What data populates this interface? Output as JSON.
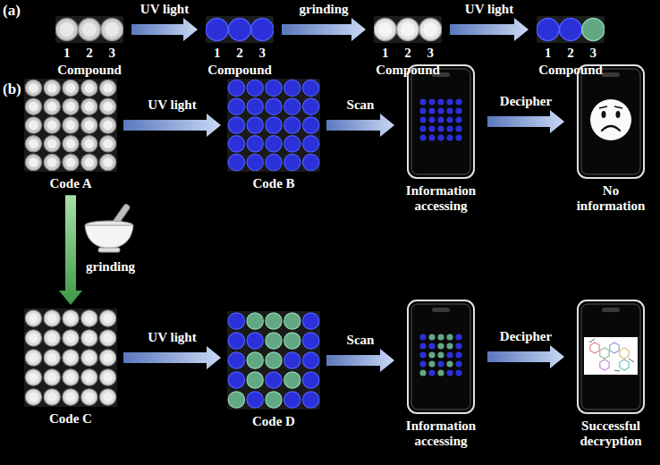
{
  "diagram": {
    "nodes": [
      {
        "text": [
          "1",
          "2",
          "3",
          "Compound"
        ]
      },
      {
        "text": [
          "1",
          "2",
          "3",
          "Compound"
        ]
      },
      {
        "text": [
          "1",
          "2",
          "3",
          "Compound"
        ]
      },
      {
        "text": [
          "1",
          "2",
          "3",
          "Compound"
        ]
      },
      {
        "text": [
          "Code A"
        ]
      },
      {
        "text": [
          "Code B"
        ]
      },
      {
        "text": [
          "Information accessing"
        ]
      },
      {
        "text": [
          "No information"
        ]
      },
      {
        "text": [
          "Code C"
        ]
      },
      {
        "text": [
          "Code D"
        ]
      },
      {
        "text": [
          "Information accessing"
        ]
      },
      {
        "text": [
          "Successful decryption"
        ]
      }
    ],
    "edges": [
      {
        "from": 0,
        "to": 1,
        "label": "UV light",
        "arrow": "to"
      },
      {
        "from": 1,
        "to": 2,
        "label": "grinding",
        "arrow": "to"
      },
      {
        "from": 2,
        "to": 3,
        "label": "UV light",
        "arrow": "to"
      },
      {
        "from": 4,
        "to": 5,
        "label": "UV light",
        "arrow": "to"
      },
      {
        "from": 5,
        "to": 6,
        "label": "Scan",
        "arrow": "to"
      },
      {
        "from": 6,
        "to": 7,
        "label": "Decipher",
        "arrow": "to"
      },
      {
        "from": 4,
        "to": 8,
        "label": "grinding",
        "arrow": "to"
      },
      {
        "from": 8,
        "to": 9,
        "label": "UV light",
        "arrow": "to"
      },
      {
        "from": 9,
        "to": 10,
        "label": "Scan",
        "arrow": "to"
      },
      {
        "from": 10,
        "to": 11,
        "label": "Decipher",
        "arrow": "to"
      }
    ],
    "labels": [
      "(a)",
      "(b)"
    ]
  }
}
